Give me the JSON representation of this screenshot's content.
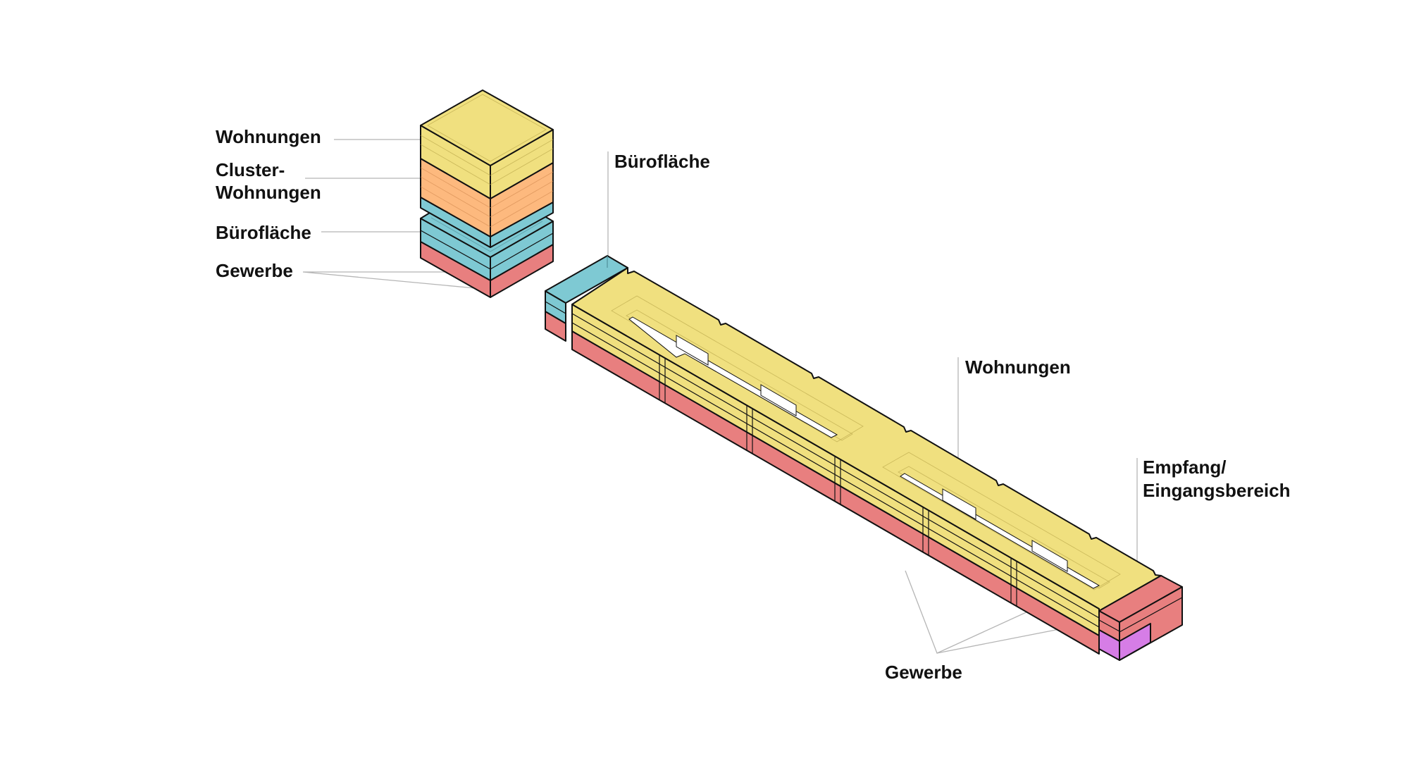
{
  "diagram": {
    "type": "isometric building program diagram",
    "colors": {
      "wohnungen": "#F0E07F",
      "cluster_wohnungen": "#FDB97E",
      "buroflaeche": "#7EC9D3",
      "gewerbe": "#E87F7F",
      "empfang": "#D67DE6",
      "outline": "#111111",
      "leader": "#B5B5B5"
    },
    "tower_labels": {
      "wohnungen": "Wohnungen",
      "cluster_line1": "Cluster-",
      "cluster_line2": "Wohnungen",
      "buroflaeche": "Bürofläche",
      "gewerbe": "Gewerbe"
    },
    "bar_labels": {
      "buroflaeche": "Bürofläche",
      "wohnungen": "Wohnungen",
      "empfang_line1": "Empfang/",
      "empfang_line2": "Eingangsbereich",
      "gewerbe": "Gewerbe"
    }
  }
}
